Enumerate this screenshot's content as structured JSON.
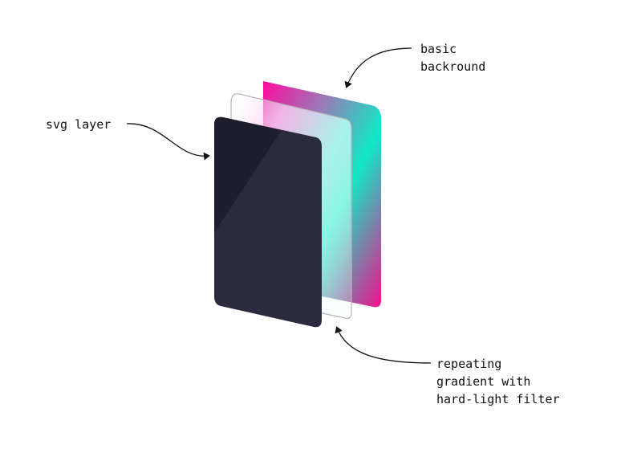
{
  "labels": {
    "background": [
      "basic",
      "backround"
    ],
    "svg_layer": "svg layer",
    "gradient": [
      "repeating",
      "gradient with",
      "hard-light filter"
    ]
  },
  "colors": {
    "background_layer_start": "#ff0aa0",
    "background_layer_mid": "#9a7ab8",
    "background_layer_teal": "#11e8c6",
    "background_layer_end": "#f20f8a",
    "glass_layer_stroke": "#b7b7b7",
    "svg_layer_fill": "#2b2a3f",
    "svg_layer_shadow": "#1e1d2d",
    "text": "#111111",
    "arrow": "#111111"
  }
}
